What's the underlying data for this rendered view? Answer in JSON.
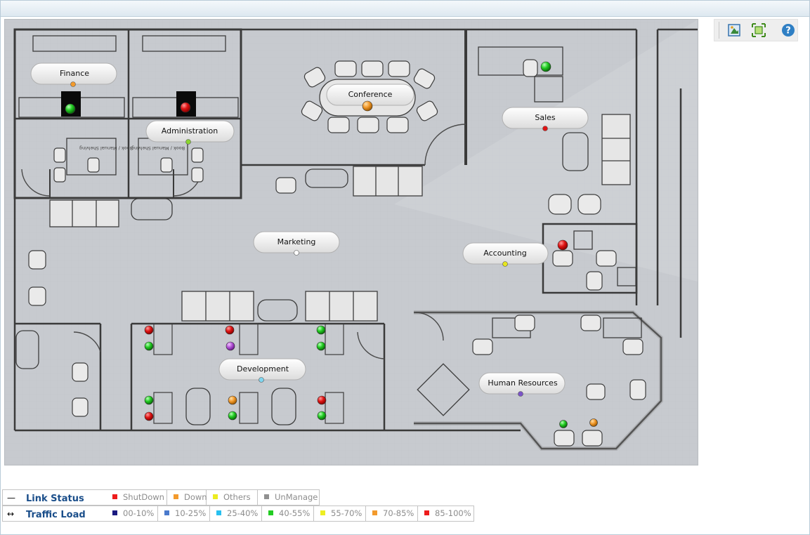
{
  "rooms": [
    {
      "label": "Finance"
    },
    {
      "label": "Administration"
    },
    {
      "label": "Conference"
    },
    {
      "label": "Sales"
    },
    {
      "label": "Marketing"
    },
    {
      "label": "Accounting"
    },
    {
      "label": "Development"
    },
    {
      "label": "Human Resources"
    }
  ],
  "furniture_text": {
    "finance_shelf": "Book / Manual Shelving",
    "admin_shelf": "Book / Manual Shelving"
  },
  "toolbar": {
    "icons": [
      "map-view-icon",
      "fit-to-screen-icon",
      "help-icon"
    ]
  },
  "legend": {
    "link_status": {
      "title": "Link Status",
      "items": [
        {
          "label": "ShutDown",
          "color": "#ee1c1c"
        },
        {
          "label": "Down",
          "color": "#f39a2c"
        },
        {
          "label": "Others",
          "color": "#ecec20"
        },
        {
          "label": "UnManage",
          "color": "#909090"
        }
      ]
    },
    "traffic_load": {
      "title": "Traffic Load",
      "items": [
        {
          "label": "00-10%",
          "color": "#1a1a80"
        },
        {
          "label": "10-25%",
          "color": "#4a7acc"
        },
        {
          "label": "25-40%",
          "color": "#28c0f0"
        },
        {
          "label": "40-55%",
          "color": "#22cc22"
        },
        {
          "label": "55-70%",
          "color": "#eeee22"
        },
        {
          "label": "70-85%",
          "color": "#f39a2c"
        },
        {
          "label": "85-100%",
          "color": "#ee1c1c"
        }
      ]
    }
  },
  "colors": {
    "red": "#e01414",
    "green": "#22cc22",
    "orange": "#f39a2c",
    "purple": "#b455d8",
    "yellow": "#e6e61e",
    "white": "#ffffff",
    "cyan": "#7fd6f0",
    "violet": "#7b54c8"
  }
}
